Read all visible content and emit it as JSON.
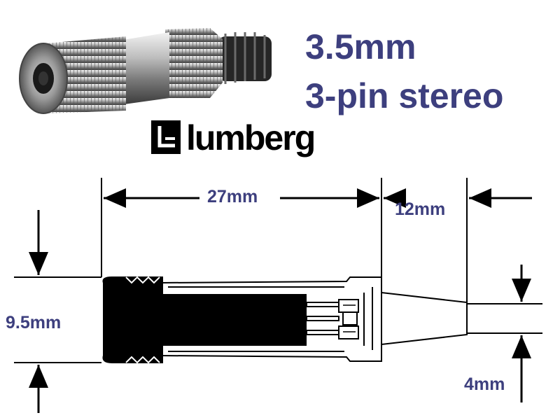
{
  "product": {
    "size": "3.5mm",
    "type": "3-pin stereo",
    "brand": "lumberg"
  },
  "dimensions": {
    "length": "27mm",
    "tail": "12mm",
    "diameter": "9.5mm",
    "cable": "4mm"
  },
  "colors": {
    "label_text": "#3d3f7e",
    "line": "#000000",
    "body_fill": "#000000"
  }
}
